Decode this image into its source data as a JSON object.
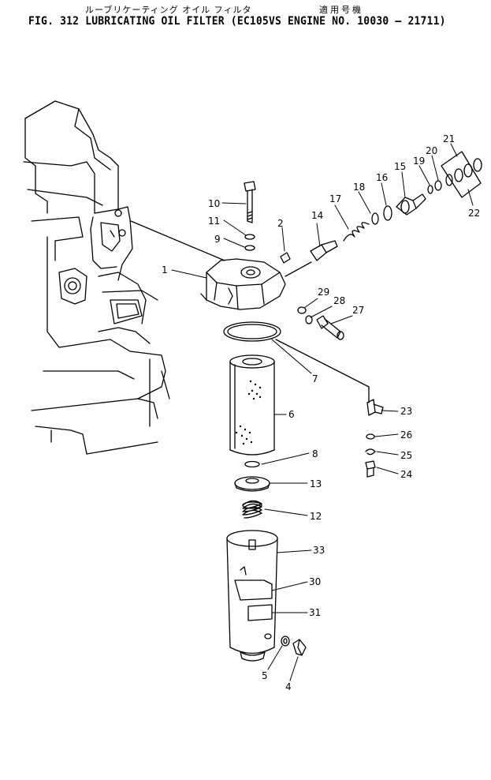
{
  "header": {
    "jp_title": "ルーブリケーティング オイル フィルタ",
    "jp_applicability": "適用号機",
    "figure_title": "FIG. 312  LUBRICATING  OIL  FILTER  (EC105VS  ENGINE  NO.  10030 — 21711)"
  },
  "callouts": {
    "c1": "1",
    "c2": "2",
    "c4": "4",
    "c5": "5",
    "c6": "6",
    "c7": "7",
    "c8": "8",
    "c9": "9",
    "c10": "10",
    "c11": "11",
    "c12": "12",
    "c13": "13",
    "c14": "14",
    "c15": "15",
    "c16": "16",
    "c17": "17",
    "c18": "18",
    "c19": "19",
    "c20": "20",
    "c21": "21",
    "c22": "22",
    "c23": "23",
    "c24": "24",
    "c25": "25",
    "c26": "26",
    "c27": "27",
    "c28": "28",
    "c29": "29",
    "c30": "30",
    "c31": "31",
    "c33": "33"
  }
}
